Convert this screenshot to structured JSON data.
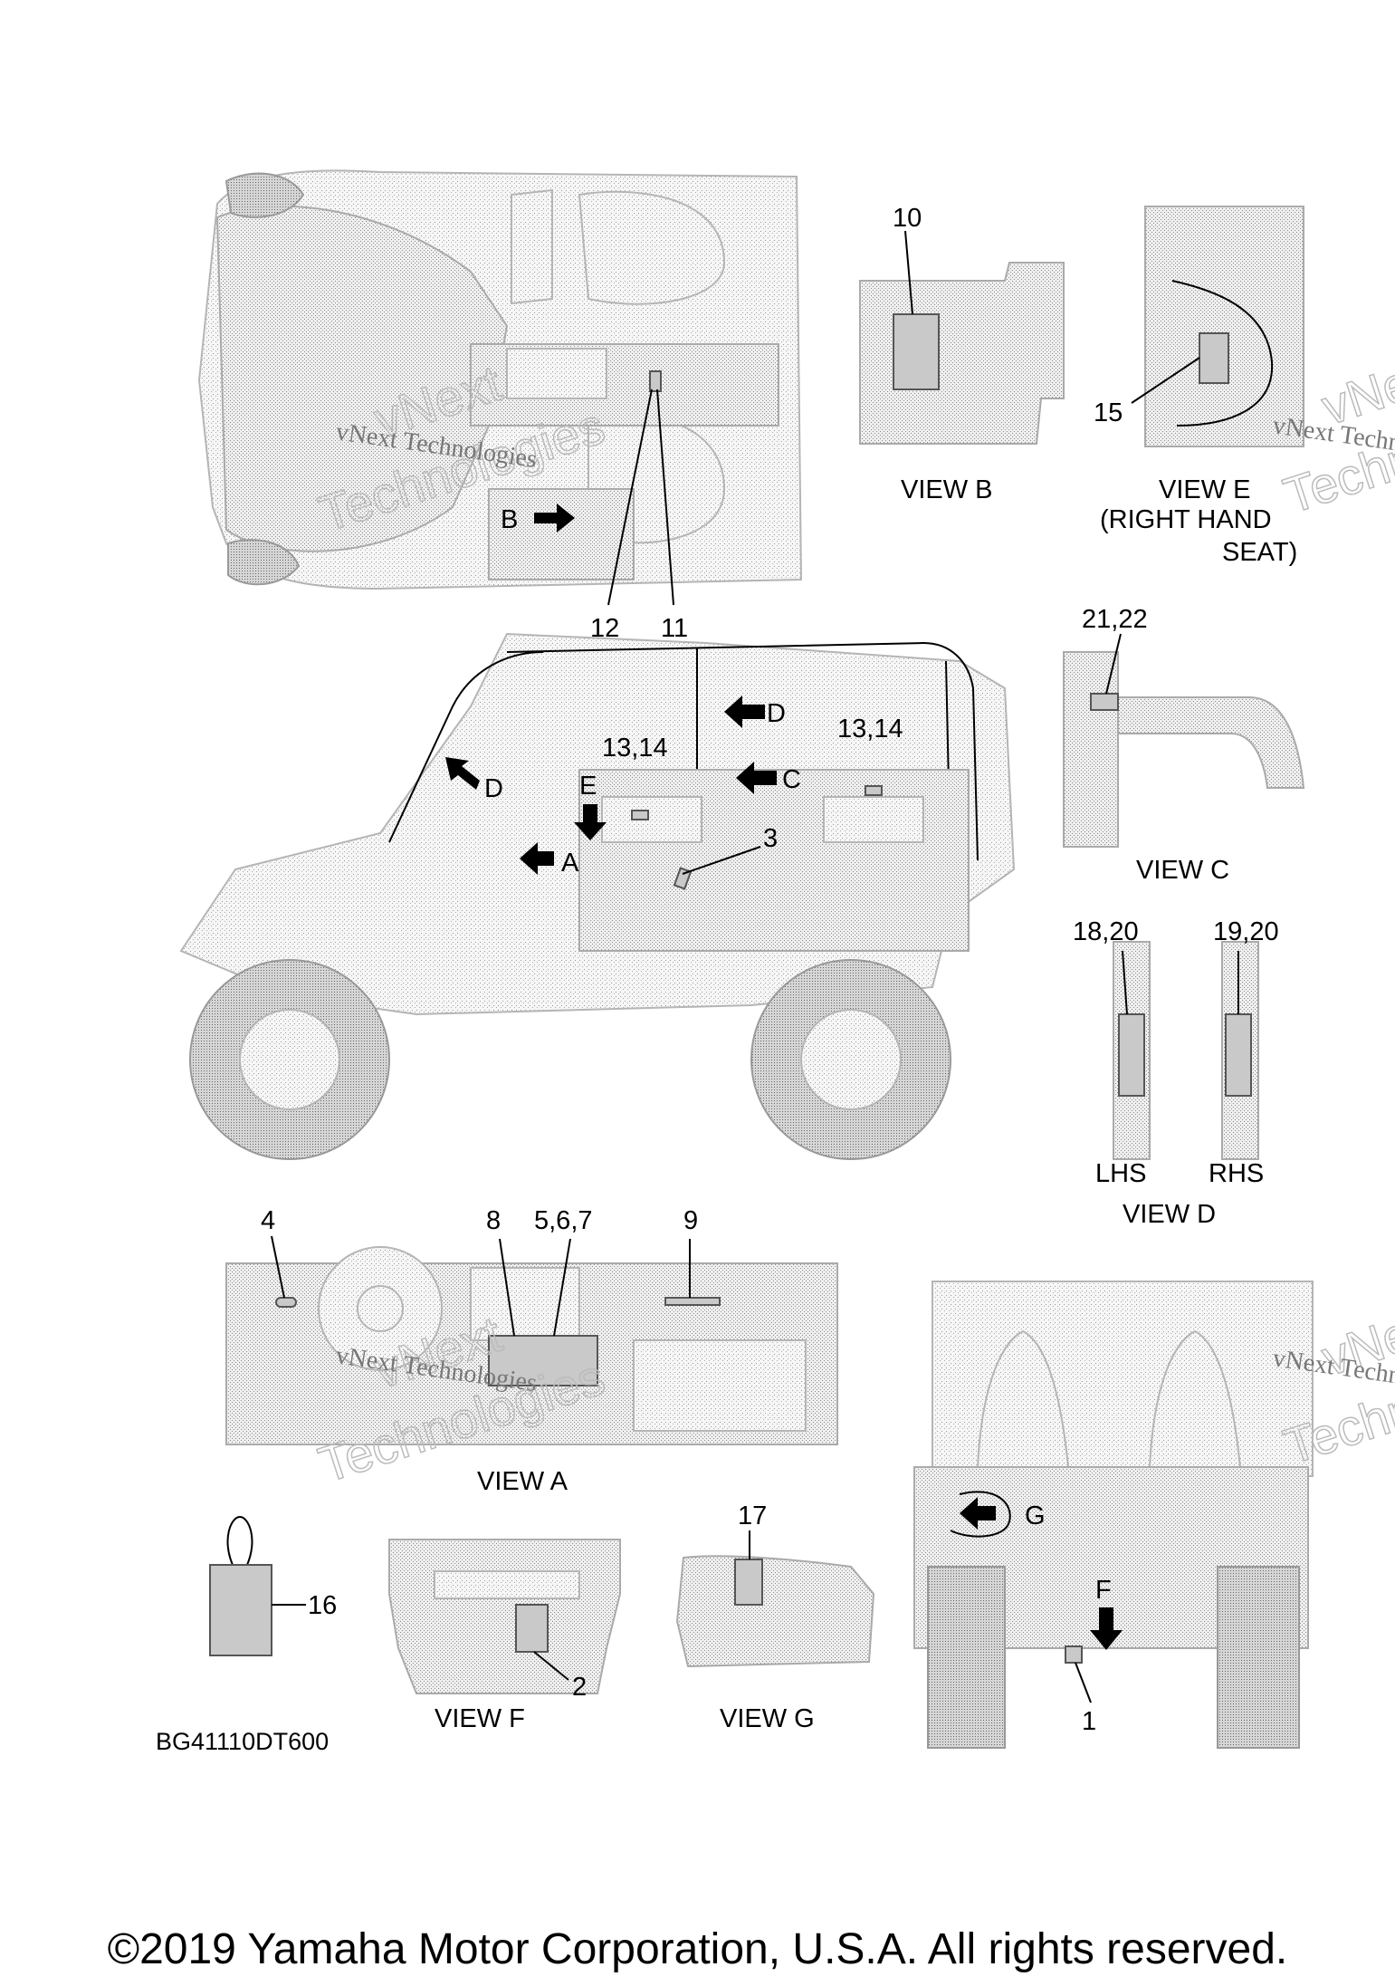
{
  "callouts": {
    "c10": "10",
    "c15": "15",
    "c12": "12",
    "c11": "11",
    "c21_22": "21,22",
    "c13_14a": "13,14",
    "c13_14b": "13,14",
    "c3": "3",
    "c18_20": "18,20",
    "c19_20": "19,20",
    "c4": "4",
    "c8": "8",
    "c5_6_7": "5,6,7",
    "c9": "9",
    "c16": "16",
    "c2": "2",
    "c17": "17",
    "c1": "1"
  },
  "arrows": {
    "b": "B",
    "d_top": "D",
    "d_left": "D",
    "e": "E",
    "c": "C",
    "a": "A",
    "g": "G",
    "f": "F"
  },
  "captions": {
    "view_b": "VIEW B",
    "view_e_1": "VIEW E",
    "view_e_2": "(RIGHT HAND",
    "view_e_3": "SEAT)",
    "view_c": "VIEW C",
    "lhs": "LHS",
    "rhs": "RHS",
    "view_d": "VIEW D",
    "view_a": "VIEW A",
    "view_f": "VIEW F",
    "view_g": "VIEW G"
  },
  "watermark": {
    "line1": "vNext",
    "line2": "Technologies",
    "small": "vNext Technologies"
  },
  "part_code": "BG41110DT600",
  "copyright": "©2019 Yamaha Motor Corporation, U.S.A. All rights reserved."
}
